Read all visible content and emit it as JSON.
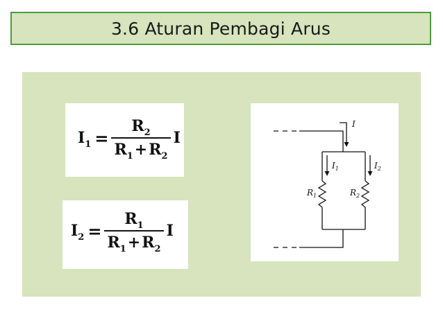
{
  "slide": {
    "title": "3.6 Aturan Pembagi Arus"
  },
  "formulas": [
    {
      "lhs_symbol": "I",
      "lhs_sub": "1",
      "equals": "=",
      "num_symbol": "R",
      "num_sub": "2",
      "den_a_symbol": "R",
      "den_a_sub": "1",
      "den_plus": "+",
      "den_b_symbol": "R",
      "den_b_sub": "2",
      "rhs_symbol": "I"
    },
    {
      "lhs_symbol": "I",
      "lhs_sub": "2",
      "equals": "=",
      "num_symbol": "R",
      "num_sub": "1",
      "den_a_symbol": "R",
      "den_a_sub": "1",
      "den_plus": "+",
      "den_b_symbol": "R",
      "den_b_sub": "2",
      "rhs_symbol": "I"
    }
  ],
  "circuit": {
    "total_current_label": "I",
    "branch1_current": {
      "symbol": "I",
      "sub": "1"
    },
    "branch2_current": {
      "symbol": "I",
      "sub": "2"
    },
    "resistor1": {
      "symbol": "R",
      "sub": "1"
    },
    "resistor2": {
      "symbol": "R",
      "sub": "2"
    }
  },
  "colors": {
    "title_fill": "#d7e4bd",
    "title_border": "#4e9a3e",
    "panel_fill": "#d7e4bd",
    "ink": "#111111"
  }
}
